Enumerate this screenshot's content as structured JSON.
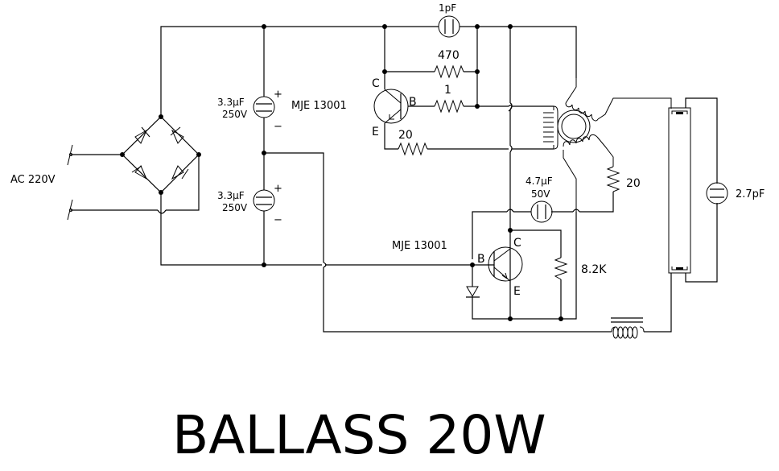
{
  "title": "BALLASS 20W",
  "input": {
    "label": "AC 220V"
  },
  "components": {
    "bulk_cap_top": {
      "value": "3.3µF",
      "voltage": "250V",
      "plus": "+",
      "minus": "−"
    },
    "bulk_cap_bottom": {
      "value": "3.3µF",
      "voltage": "250V",
      "plus": "+",
      "minus": "−"
    },
    "transistor_top": {
      "part": "MJE 13001",
      "collector": "C",
      "base": "B",
      "emitter": "E"
    },
    "transistor_bottom": {
      "part": "MJE 13001",
      "collector": "C",
      "base": "B",
      "emitter": "E"
    },
    "cap_top": {
      "value": "1pF"
    },
    "resistor_470": {
      "value": "470"
    },
    "resistor_1": {
      "value": "1"
    },
    "resistor_20_emitter": {
      "value": "20"
    },
    "resistor_20_winding": {
      "value": "20"
    },
    "cap_mid": {
      "value": "4.7µF",
      "voltage": "50V"
    },
    "resistor_8k2": {
      "value": "8.2K"
    },
    "cap_lamp": {
      "value": "2.7pF"
    }
  },
  "icons": [
    "bridge-rectifier-icon",
    "electrolytic-capacitor-icon",
    "npn-transistor-icon",
    "resistor-icon",
    "toroid-transformer-icon",
    "diode-icon",
    "inductor-icon",
    "fluorescent-tube-icon",
    "capacitor-icon"
  ]
}
